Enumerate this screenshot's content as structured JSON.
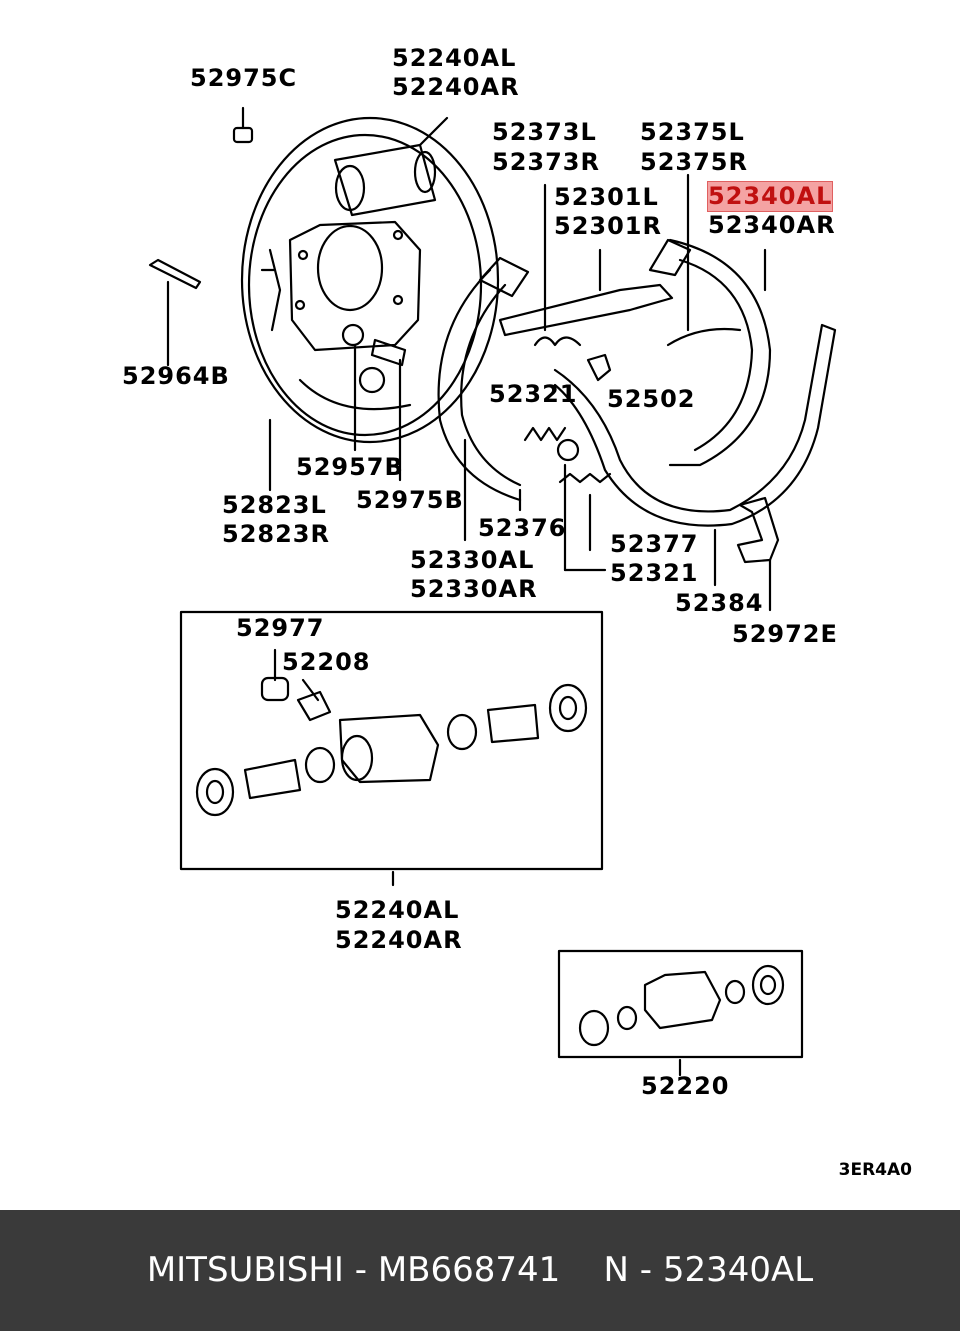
{
  "labels": {
    "l52975c": "52975C",
    "l52240al_top": "52240AL",
    "l52240ar_top": "52240AR",
    "l52373l": "52373L",
    "l52373r": "52373R",
    "l52375l": "52375L",
    "l52375r": "52375R",
    "l52301l": "52301L",
    "l52301r": "52301R",
    "l52340al": "52340AL",
    "l52340ar": "52340AR",
    "l52964b": "52964B",
    "l52321_top": "52321",
    "l52502": "52502",
    "l52957b": "52957B",
    "l52823l": "52823L",
    "l52823r": "52823R",
    "l52975b": "52975B",
    "l52376": "52376",
    "l52377": "52377",
    "l52321_bot": "52321",
    "l52330al": "52330AL",
    "l52330ar": "52330AR",
    "l52384": "52384",
    "l52972e": "52972E",
    "l52977": "52977",
    "l52208": "52208",
    "l52240al_mid": "52240AL",
    "l52240ar_mid": "52240AR",
    "l52220": "52220"
  },
  "diagram_code": "3ER4A0",
  "footer": {
    "text": "MITSUBISHI - MB668741    N - 52340AL"
  },
  "colors": {
    "highlight": "#f4a3a3",
    "footer_bg": "#3a3a3a"
  }
}
